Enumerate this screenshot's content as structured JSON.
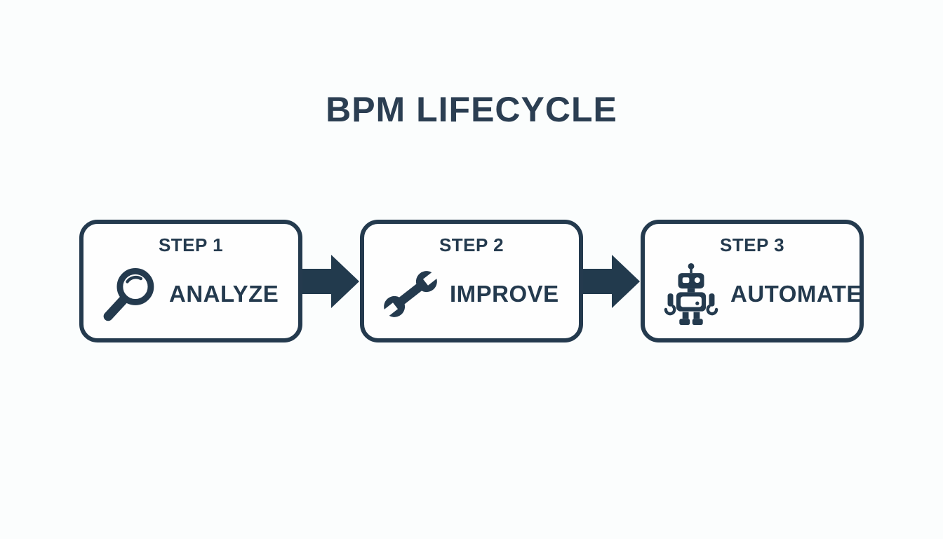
{
  "title": "BPM LIFECYCLE",
  "colors": {
    "ink": "#243a4e",
    "title_ink": "#2b3e52",
    "background": "#fbfdfd",
    "box_fill": "#fefefe"
  },
  "steps": [
    {
      "step_label": "STEP 1",
      "name": "ANALYZE",
      "icon": "magnifier-icon"
    },
    {
      "step_label": "STEP 2",
      "name": "IMPROVE",
      "icon": "wrench-icon"
    },
    {
      "step_label": "STEP 3",
      "name": "AUTOMATE",
      "icon": "robot-icon"
    }
  ],
  "connector": {
    "icon": "arrow-right-icon"
  }
}
